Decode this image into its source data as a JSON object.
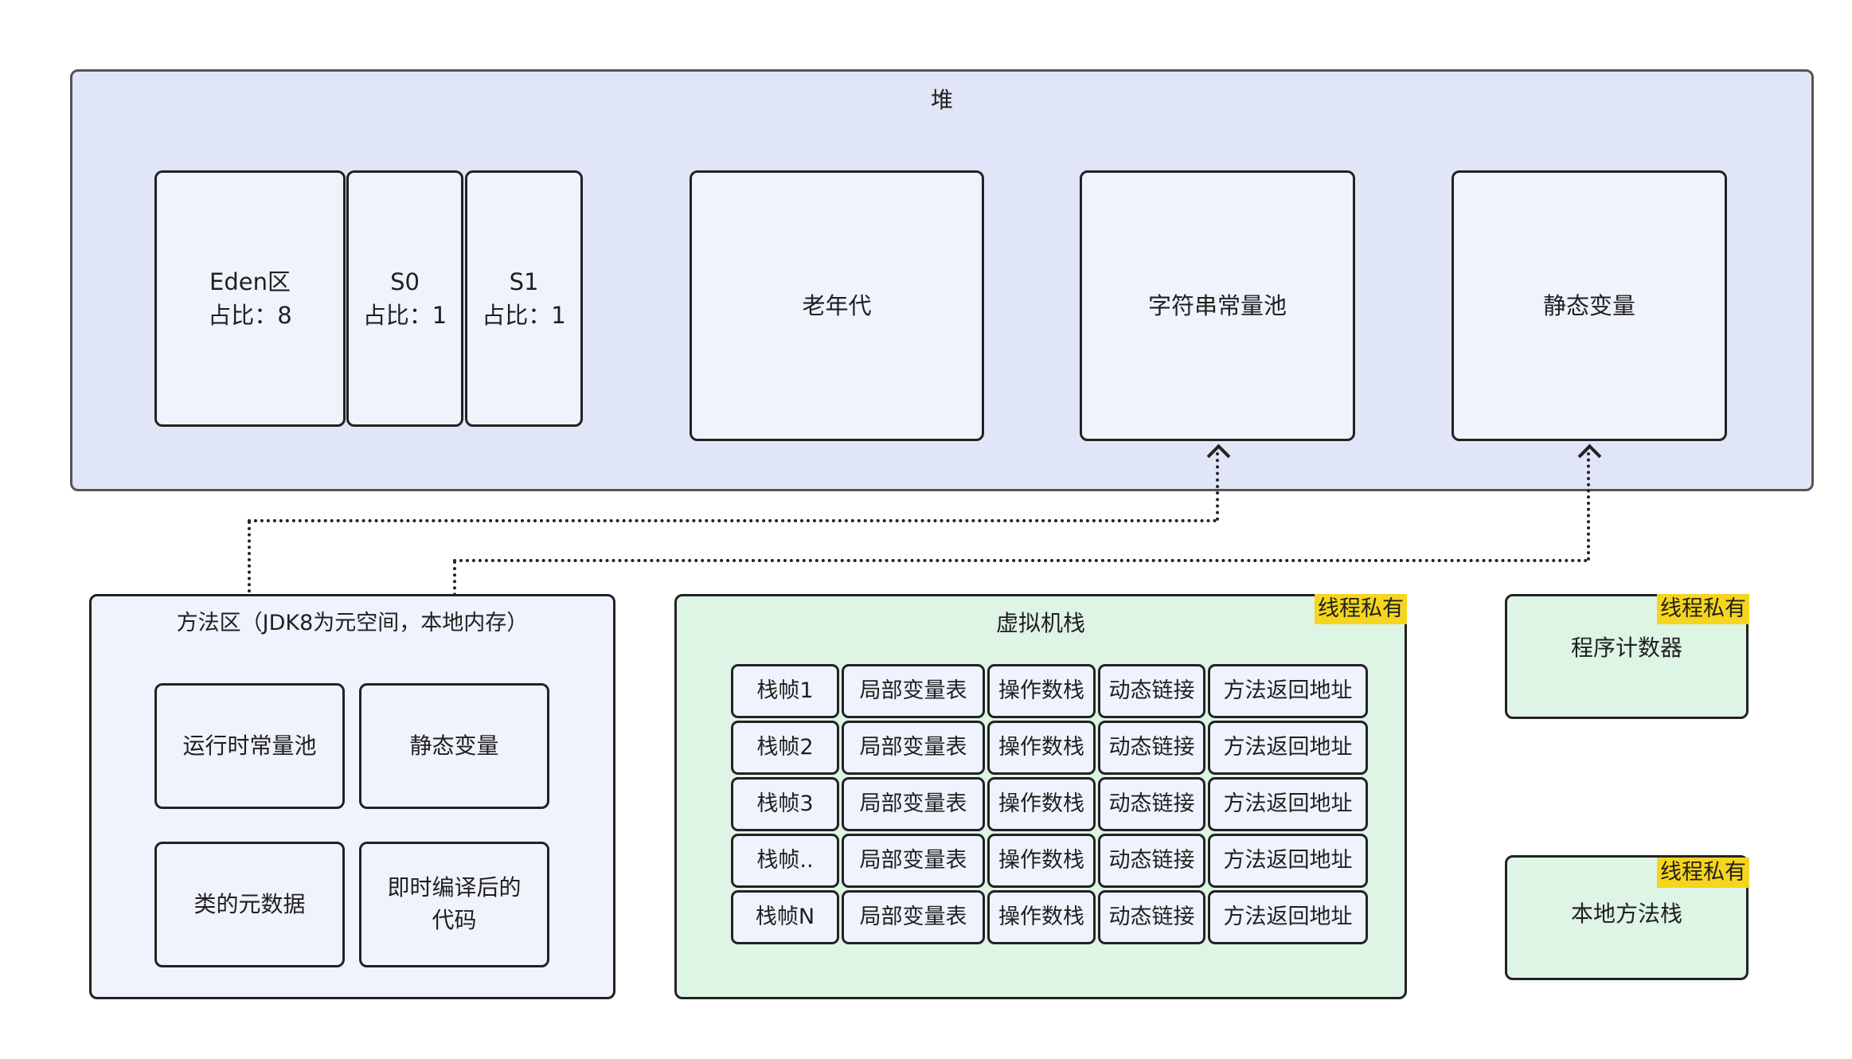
{
  "heap": {
    "title": "堆",
    "eden": "Eden区\n占比：8",
    "s0": "S0\n占比：1",
    "s1": "S1\n占比：1",
    "old_gen": "老年代",
    "string_pool": "字符串常量池",
    "static_vars": "静态变量"
  },
  "method_area": {
    "title": "方法区（JDK8为元空间，本地内存）",
    "runtime_const_pool": "运行时常量池",
    "static_vars": "静态变量",
    "class_metadata": "类的元数据",
    "jit_code": "即时编译后的\n代码"
  },
  "vm_stack": {
    "title": "虚拟机栈",
    "tag": "线程私有",
    "frames": [
      {
        "name": "栈帧1",
        "locals": "局部变量表",
        "operand": "操作数栈",
        "link": "动态链接",
        "ret": "方法返回地址"
      },
      {
        "name": "栈帧2",
        "locals": "局部变量表",
        "operand": "操作数栈",
        "link": "动态链接",
        "ret": "方法返回地址"
      },
      {
        "name": "栈帧3",
        "locals": "局部变量表",
        "operand": "操作数栈",
        "link": "动态链接",
        "ret": "方法返回地址"
      },
      {
        "name": "栈帧..",
        "locals": "局部变量表",
        "operand": "操作数栈",
        "link": "动态链接",
        "ret": "方法返回地址"
      },
      {
        "name": "栈帧N",
        "locals": "局部变量表",
        "operand": "操作数栈",
        "link": "动态链接",
        "ret": "方法返回地址"
      }
    ]
  },
  "pc_register": {
    "label": "程序计数器",
    "tag": "线程私有"
  },
  "native_stack": {
    "label": "本地方法栈",
    "tag": "线程私有"
  },
  "colors": {
    "heap_bg": "#e0e5f7",
    "box_bg": "#f0f3fc",
    "private_bg": "#def4e4",
    "tag_bg": "#f6d51e"
  }
}
